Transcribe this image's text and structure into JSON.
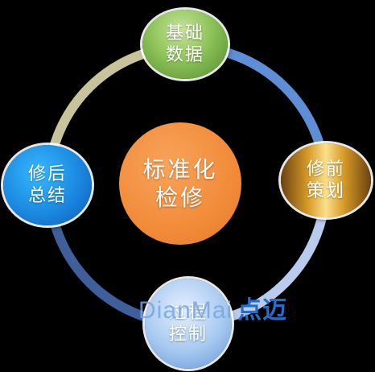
{
  "center": {
    "label": "标准化\n检修",
    "color": "#f28b3a"
  },
  "nodes": {
    "top": {
      "label": "基础\n数据",
      "color": "#8fc35a"
    },
    "right": {
      "label": "修前\n策划",
      "color": "#d79a26"
    },
    "bottom": {
      "label": "过程\n控制",
      "color": "#a6c8f0"
    },
    "left": {
      "label": "修后\n总结",
      "color": "#1b88e0"
    }
  },
  "ring_colors": {
    "top_left": "#c8c39a",
    "top_right": "#5d8ed6",
    "bottom_right": "#b8cdee",
    "bottom_left": "#3f5f9a"
  },
  "watermark": {
    "latin": "DianMai",
    "cjk": "点迈"
  }
}
